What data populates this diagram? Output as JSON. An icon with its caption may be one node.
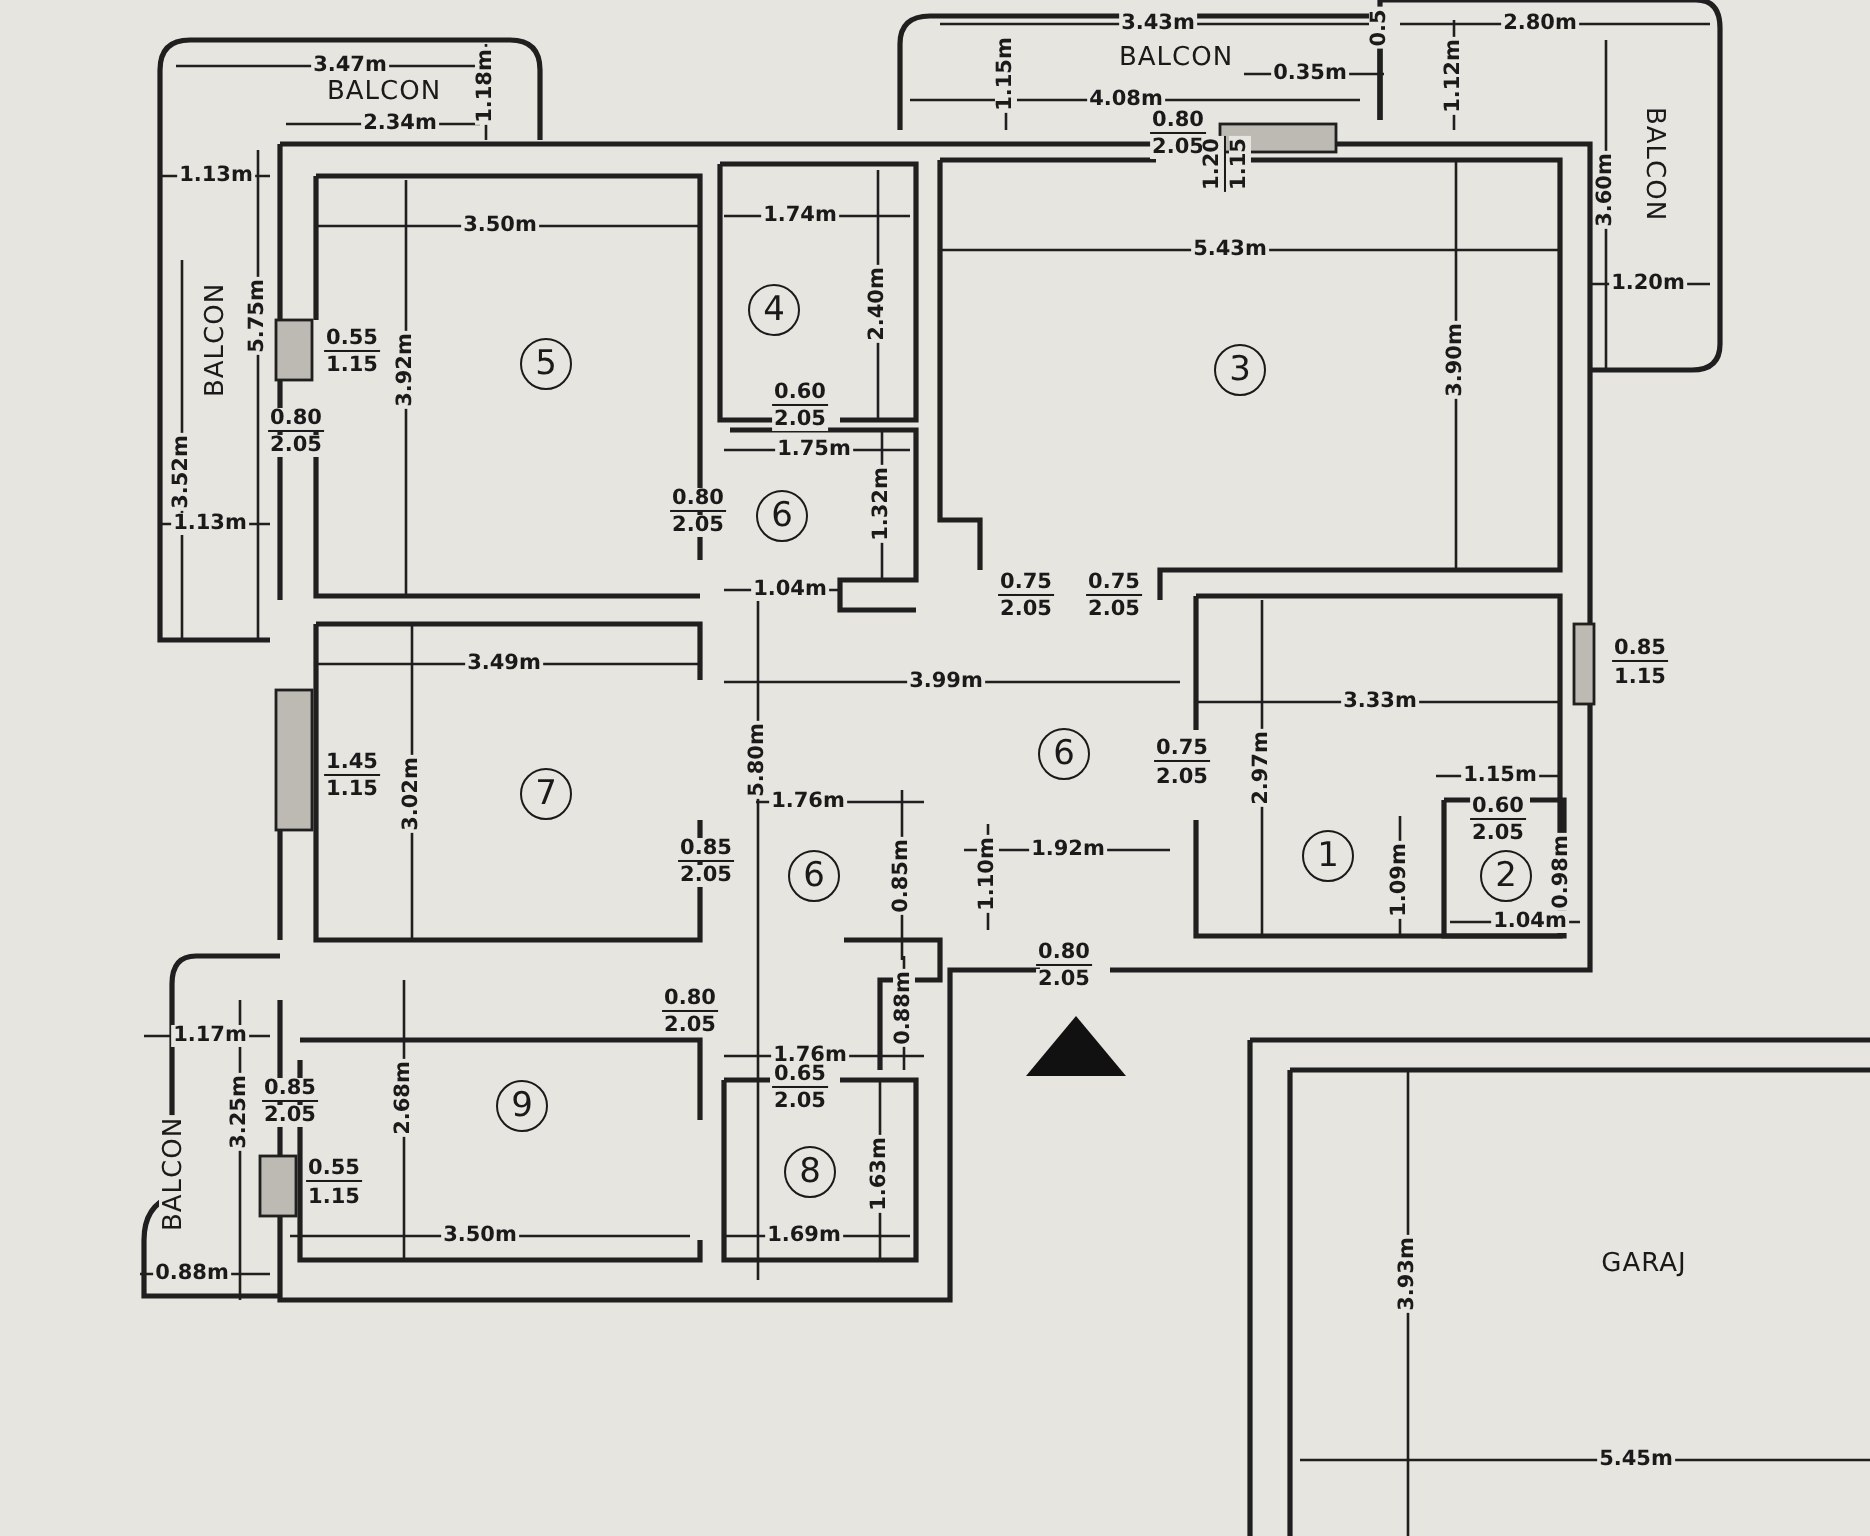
{
  "diagram": {
    "nodes": [
      {
        "text": [
          "BALCON",
          "BALCON"
        ]
      },
      {
        "text": [
          "BALCON"
        ]
      },
      {
        "text": [
          "BALCON"
        ]
      },
      {
        "text": [
          "4"
        ]
      },
      {
        "text": [
          "5"
        ]
      },
      {
        "text": [
          "3"
        ]
      },
      {
        "text": [
          "6"
        ]
      },
      {
        "text": [
          "7"
        ]
      },
      {
        "text": [
          "6"
        ]
      },
      {
        "text": [
          "1"
        ]
      },
      {
        "text": [
          "2"
        ]
      },
      {
        "text": [
          "6"
        ]
      },
      {
        "text": [
          "9"
        ]
      },
      {
        "text": [
          "BALCON"
        ]
      },
      {
        "text": [
          "8"
        ]
      },
      {
        "text": [
          "GARAJ"
        ]
      }
    ],
    "labels": [
      "3.47m",
      "1.18m",
      "2.34m",
      "3.43m",
      "0.5",
      "2.80m",
      "1.15m",
      "0.35m",
      "1.12m",
      "4.08m",
      "0.80",
      "2.05",
      "1.20",
      "1.15",
      "3.60m",
      "1.20m",
      "1.13m",
      "3.50m",
      "1.74m",
      "5.43m",
      "5.75m",
      "2.40m",
      "0.55",
      "1.15",
      "3.92m",
      "3.90m",
      "0.80",
      "2.05",
      "0.60",
      "2.05",
      "1.75m",
      "3.52m",
      "1.13m",
      "0.80",
      "2.05",
      "1.32m",
      "1.04m",
      "0.75",
      "2.05",
      "0.75",
      "2.05",
      "0.85",
      "1.15",
      "3.49m",
      "3.99m",
      "3.33m",
      "1.45",
      "1.15",
      "3.02m",
      "5.80m",
      "0.75",
      "2.05",
      "2.97m",
      "1.15m",
      "1.76m",
      "0.60",
      "2.05",
      "0.85",
      "2.05",
      "0.85m",
      "1.10m",
      "1.92m",
      "1.09m",
      "0.98m",
      "1.04m",
      "0.80",
      "2.05",
      "0.80",
      "2.05",
      "1.17m",
      "1.76m",
      "0.88m",
      "0.85",
      "2.05",
      "0.65",
      "2.05",
      "3.25m",
      "2.68m",
      "1.63m",
      "0.55",
      "1.15",
      "3.50m",
      "1.69m",
      "0.88m",
      "3.93m",
      "5.45m"
    ]
  }
}
